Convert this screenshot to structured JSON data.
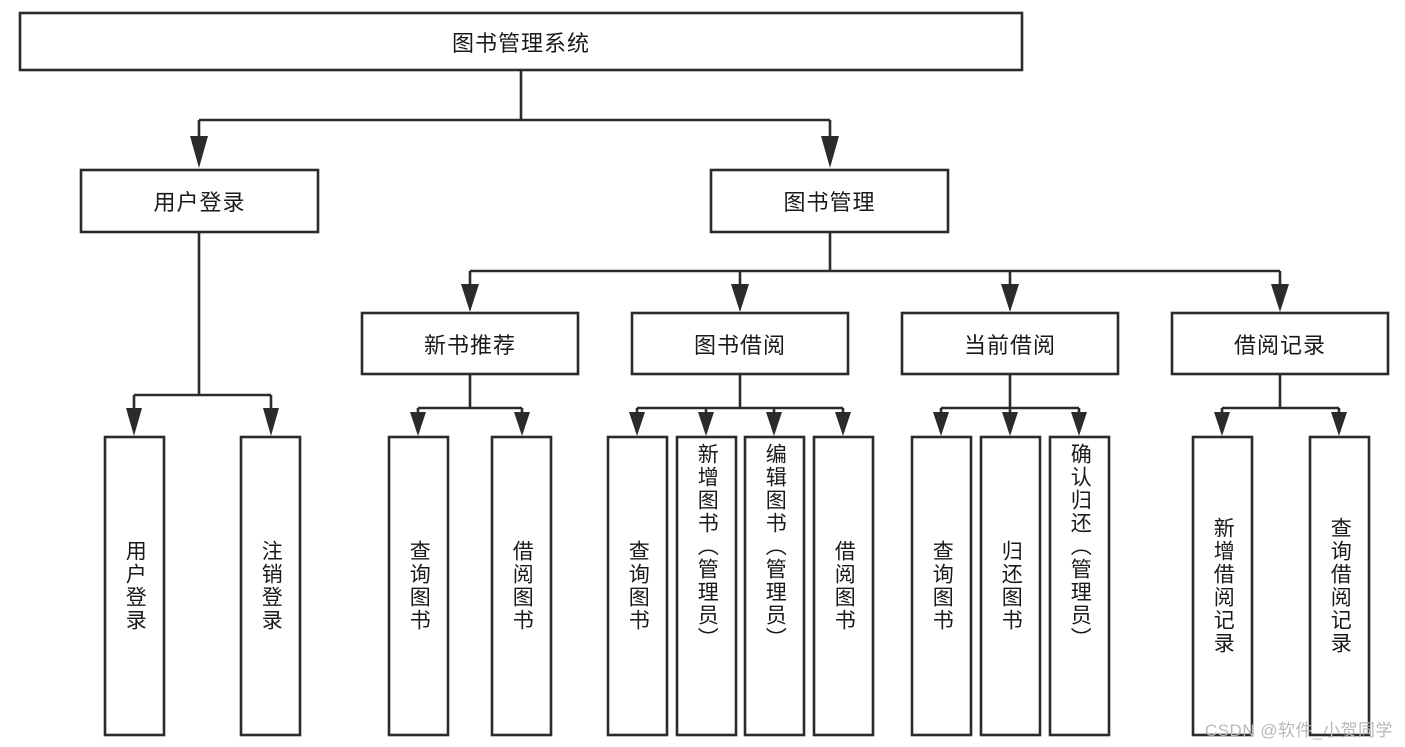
{
  "diagram": {
    "title": "图书管理系统",
    "type": "hierarchy-tree",
    "watermark": "CSDN @软件_小贺同学",
    "colors": {
      "stroke": "#2b2b2b",
      "fill": "#ffffff",
      "text": "#1a1a1a",
      "watermark": "#b8b8b8"
    },
    "levels": {
      "root": {
        "label": "图书管理系统"
      },
      "level2": [
        {
          "label": "用户登录"
        },
        {
          "label": "图书管理"
        }
      ],
      "level3": [
        {
          "label": "新书推荐"
        },
        {
          "label": "图书借阅"
        },
        {
          "label": "当前借阅"
        },
        {
          "label": "借阅记录"
        }
      ],
      "leaves": [
        {
          "label": "用户登录",
          "parent": "用户登录"
        },
        {
          "label": "注销登录",
          "parent": "用户登录"
        },
        {
          "label": "查询图书",
          "parent": "新书推荐"
        },
        {
          "label": "借阅图书",
          "parent": "新书推荐"
        },
        {
          "label": "查询图书",
          "parent": "图书借阅"
        },
        {
          "label": "新增图书（管理员）",
          "parent": "图书借阅"
        },
        {
          "label": "编辑图书（管理员）",
          "parent": "图书借阅"
        },
        {
          "label": "借阅图书",
          "parent": "图书借阅"
        },
        {
          "label": "查询图书",
          "parent": "当前借阅"
        },
        {
          "label": "归还图书",
          "parent": "当前借阅"
        },
        {
          "label": "确认归还（管理员）",
          "parent": "当前借阅"
        },
        {
          "label": "新增借阅记录",
          "parent": "借阅记录"
        },
        {
          "label": "查询借阅记录",
          "parent": "借阅记录"
        }
      ]
    }
  }
}
